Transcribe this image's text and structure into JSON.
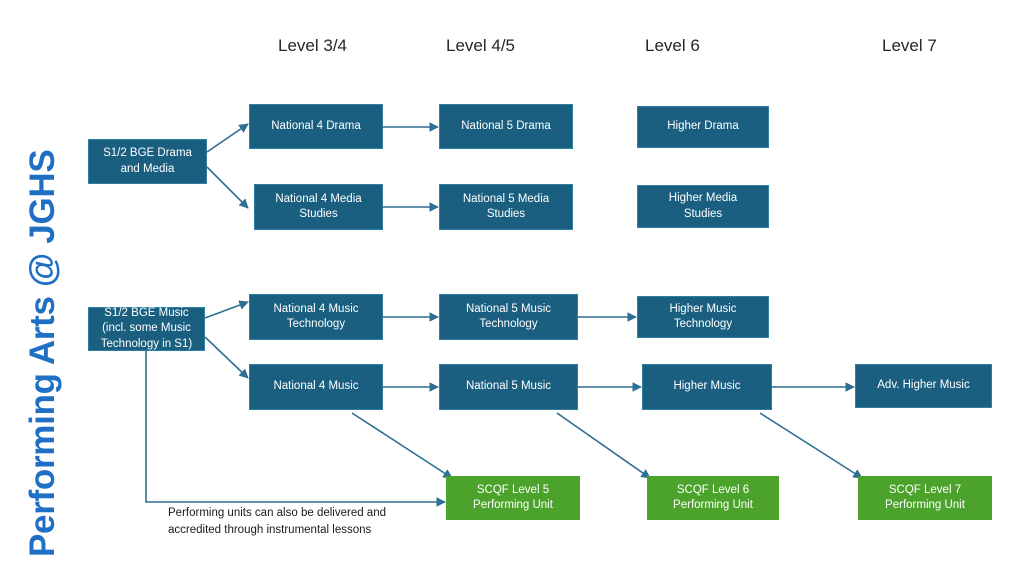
{
  "title": {
    "text": "Performing Arts @ JGHS",
    "color": "#1f6fc4"
  },
  "colors": {
    "node_blue": "#1a5f80",
    "node_blue_border": "#2d7fa3",
    "node_green": "#4ca32c",
    "connector": "#2e6f93",
    "text_dark": "#262626",
    "background": "#ffffff"
  },
  "columns": [
    {
      "label": "Level 3/4"
    },
    {
      "label": "Level 4/5"
    },
    {
      "label": "Level 6"
    },
    {
      "label": "Level 7"
    }
  ],
  "nodes": {
    "bge_drama": "S1/2 BGE Drama\nand Media",
    "nat4_drama": "National 4 Drama",
    "nat5_drama": "National 5 Drama",
    "higher_drama": "Higher Drama",
    "nat4_media": "National 4 Media\nStudies",
    "nat5_media": "National 5 Media\nStudies",
    "higher_media": "Higher Media\nStudies",
    "bge_music": "S1/2 BGE Music\n(incl. some Music\nTechnology in S1)",
    "nat4_musictech": "National 4 Music\nTechnology",
    "nat5_musictech": "National 5 Music\nTechnology",
    "higher_musictech": "Higher Music\nTechnology",
    "nat4_music": "National 4 Music",
    "nat5_music": "National 5 Music",
    "higher_music": "Higher Music",
    "adv_higher_music": "Adv. Higher Music",
    "scqf5": "SCQF Level 5\nPerforming Unit",
    "scqf6": "SCQF Level 6\nPerforming Unit",
    "scqf7": "SCQF Level 7\nPerforming Unit"
  },
  "footnote": {
    "text": "Performing units can also be delivered and\naccredited  through instrumental lessons"
  },
  "chart_data": {
    "type": "diagram",
    "diagram_kind": "curriculum-pathway-flowchart",
    "title": "Performing Arts @ JGHS",
    "column_headers": [
      "Level 3/4",
      "Level 4/5",
      "Level 6",
      "Level 7"
    ],
    "tracks": [
      {
        "name": "Drama",
        "start": "S1/2 BGE Drama and Media",
        "steps": [
          "National 4 Drama",
          "National 5 Drama",
          "Higher Drama"
        ]
      },
      {
        "name": "Media Studies",
        "start": "S1/2 BGE Drama and Media",
        "steps": [
          "National 4 Media Studies",
          "National 5 Media Studies",
          "Higher Media Studies"
        ]
      },
      {
        "name": "Music Technology",
        "start": "S1/2 BGE Music (incl. some Music Technology in S1)",
        "steps": [
          "National 4 Music Technology",
          "National 5 Music Technology",
          "Higher Music Technology"
        ]
      },
      {
        "name": "Music",
        "start": "S1/2 BGE Music (incl. some Music Technology in S1)",
        "steps": [
          "National 4 Music",
          "National 5 Music",
          "Higher Music",
          "Adv. Higher Music"
        ]
      }
    ],
    "performing_units": [
      "SCQF Level 5 Performing Unit",
      "SCQF Level 6 Performing Unit",
      "SCQF Level 7 Performing Unit"
    ],
    "edges": [
      {
        "from": "S1/2 BGE Drama and Media",
        "to": "National 4 Drama"
      },
      {
        "from": "S1/2 BGE Drama and Media",
        "to": "National 4 Media Studies"
      },
      {
        "from": "National 4 Drama",
        "to": "National 5 Drama"
      },
      {
        "from": "National 4 Media Studies",
        "to": "National 5 Media Studies"
      },
      {
        "from": "S1/2 BGE Music (incl. some Music Technology in S1)",
        "to": "National 4 Music Technology"
      },
      {
        "from": "S1/2 BGE Music (incl. some Music Technology in S1)",
        "to": "National 4 Music"
      },
      {
        "from": "National 4 Music Technology",
        "to": "National 5 Music Technology"
      },
      {
        "from": "National 5 Music Technology",
        "to": "Higher Music Technology"
      },
      {
        "from": "National 4 Music",
        "to": "National 5 Music"
      },
      {
        "from": "National 5 Music",
        "to": "Higher Music"
      },
      {
        "from": "Higher Music",
        "to": "Adv. Higher Music"
      },
      {
        "from": "National 4 Music",
        "to": "SCQF Level 5 Performing Unit"
      },
      {
        "from": "National 5 Music",
        "to": "SCQF Level 6 Performing Unit"
      },
      {
        "from": "Higher Music",
        "to": "SCQF Level 7 Performing Unit"
      },
      {
        "from": "S1/2 BGE Music (incl. some Music Technology in S1)",
        "to": "SCQF Level 5 Performing Unit"
      }
    ],
    "annotation": "Performing units can also be delivered and accredited  through instrumental lessons"
  }
}
